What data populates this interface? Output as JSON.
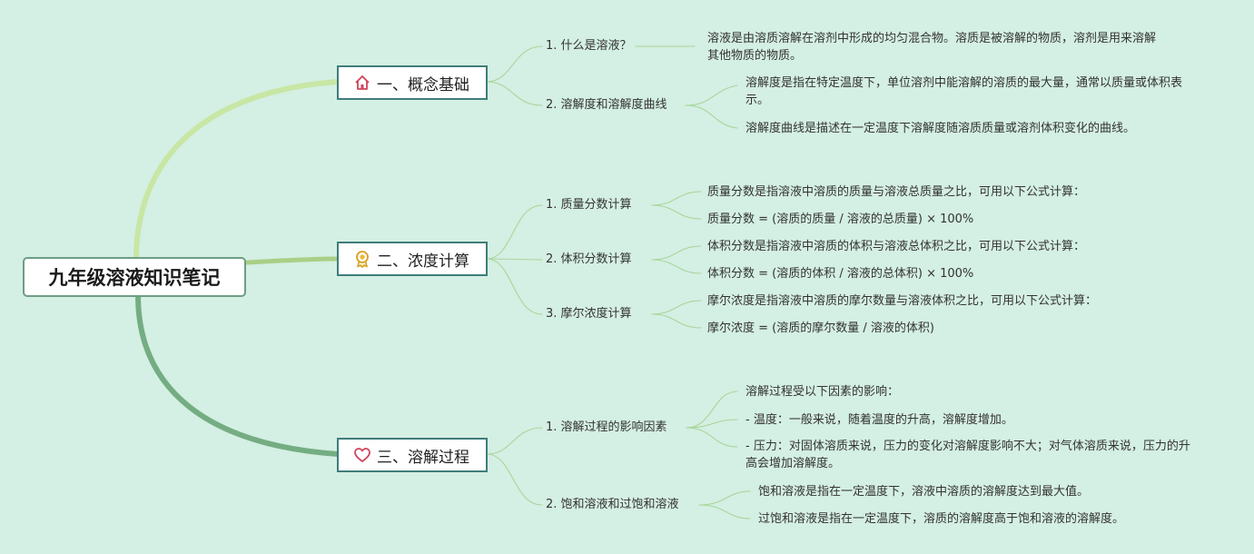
{
  "root": {
    "label": "九年级溶液知识笔记"
  },
  "branches": [
    {
      "label": "一、概念基础",
      "icon": "home-icon",
      "color": "#c8e6a4",
      "subtopics": [
        {
          "label": "1. 什么是溶液？",
          "notes": [
            "溶液是由溶质溶解在溶剂中形成的均匀混合物。溶质是被溶解的物质，溶剂是用来溶解其他物质的物质。"
          ]
        },
        {
          "label": "2. 溶解度和溶解度曲线",
          "notes": [
            "溶解度是指在特定温度下，单位溶剂中能溶解的溶质的最大量，通常以质量或体积表示。",
            "溶解度曲线是描述在一定温度下溶解度随溶质质量或溶剂体积变化的曲线。"
          ]
        }
      ]
    },
    {
      "label": "二、浓度计算",
      "icon": "badge-icon",
      "color": "#a9cf86",
      "subtopics": [
        {
          "label": "1. 质量分数计算",
          "notes": [
            "质量分数是指溶液中溶质的质量与溶液总质量之比，可用以下公式计算：",
            "质量分数 = (溶质的质量 / 溶液的总质量) × 100%"
          ]
        },
        {
          "label": "2. 体积分数计算",
          "notes": [
            "体积分数是指溶液中溶质的体积与溶液总体积之比，可用以下公式计算：",
            "体积分数 = (溶质的体积 / 溶液的总体积) × 100%"
          ]
        },
        {
          "label": "3. 摩尔浓度计算",
          "notes": [
            "摩尔浓度是指溶液中溶质的摩尔数量与溶液体积之比，可用以下公式计算：",
            "摩尔浓度 = (溶质的摩尔数量 / 溶液的体积)"
          ]
        }
      ]
    },
    {
      "label": "三、溶解过程",
      "icon": "heart-icon",
      "color": "#74ad82",
      "subtopics": [
        {
          "label": "1. 溶解过程的影响因素",
          "notes": [
            "溶解过程受以下因素的影响：",
            "- 温度：一般来说，随着温度的升高，溶解度增加。",
            "- 压力：对固体溶质来说，压力的变化对溶解度影响不大；对气体溶质来说，压力的升高会增加溶解度。"
          ]
        },
        {
          "label": "2. 饱和溶液和过饱和溶液",
          "notes": [
            "饱和溶液是指在一定温度下，溶液中溶质的溶解度达到最大值。",
            "过饱和溶液是指在一定温度下，溶质的溶解度高于饱和溶液的溶解度。"
          ]
        }
      ]
    }
  ]
}
